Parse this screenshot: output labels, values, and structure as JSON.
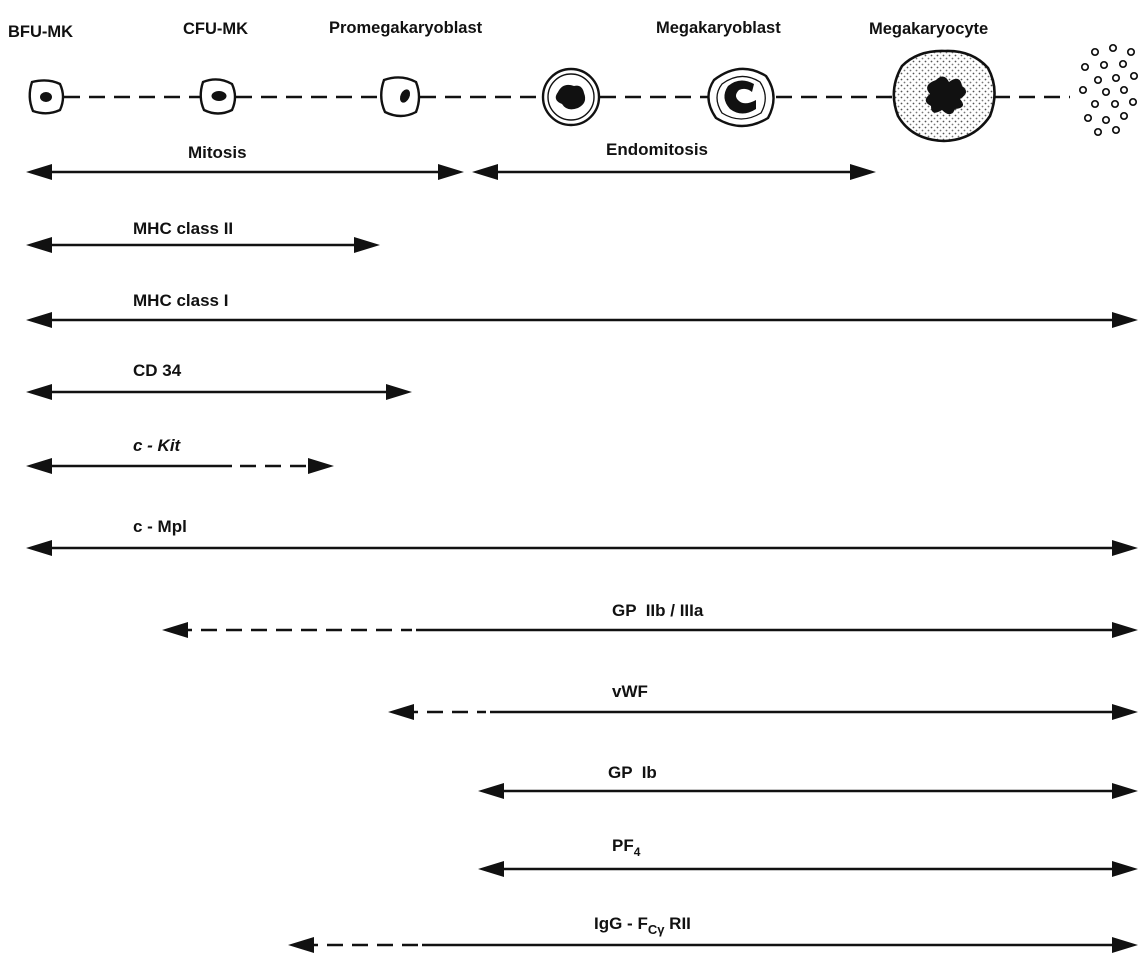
{
  "stages": [
    {
      "key": "bfu",
      "label": "BFU-MK"
    },
    {
      "key": "cfu",
      "label": "CFU-MK"
    },
    {
      "key": "promega",
      "label": "Promegakaryoblast"
    },
    {
      "key": "megablast",
      "label": "Megakaryoblast"
    },
    {
      "key": "megacyte",
      "label": "Megakaryocyte"
    }
  ],
  "phases": [
    {
      "key": "mitosis",
      "label": "Mitosis"
    },
    {
      "key": "endomitosis",
      "label": "Endomitosis"
    }
  ],
  "markers": [
    {
      "key": "mhc2",
      "label": "MHC class II",
      "italic": false
    },
    {
      "key": "mhc1",
      "label": "MHC class I",
      "italic": false
    },
    {
      "key": "cd34",
      "label": "CD 34",
      "italic": false
    },
    {
      "key": "ckit",
      "label": "c - Kit",
      "italic": true
    },
    {
      "key": "cmpl",
      "label": "c - Mpl",
      "italic": false
    },
    {
      "key": "gp2b3a",
      "label": "GP  IIb / IIIa",
      "italic": false
    },
    {
      "key": "vwf",
      "label": "vWF",
      "italic": false
    },
    {
      "key": "gp1b",
      "label": "GP  Ib",
      "italic": false
    },
    {
      "key": "pf4",
      "label": "PF",
      "sub": "4",
      "italic": false
    },
    {
      "key": "igg",
      "label": "IgG - F",
      "sub": "Cγ",
      "suffix": " RII",
      "italic": false
    }
  ]
}
